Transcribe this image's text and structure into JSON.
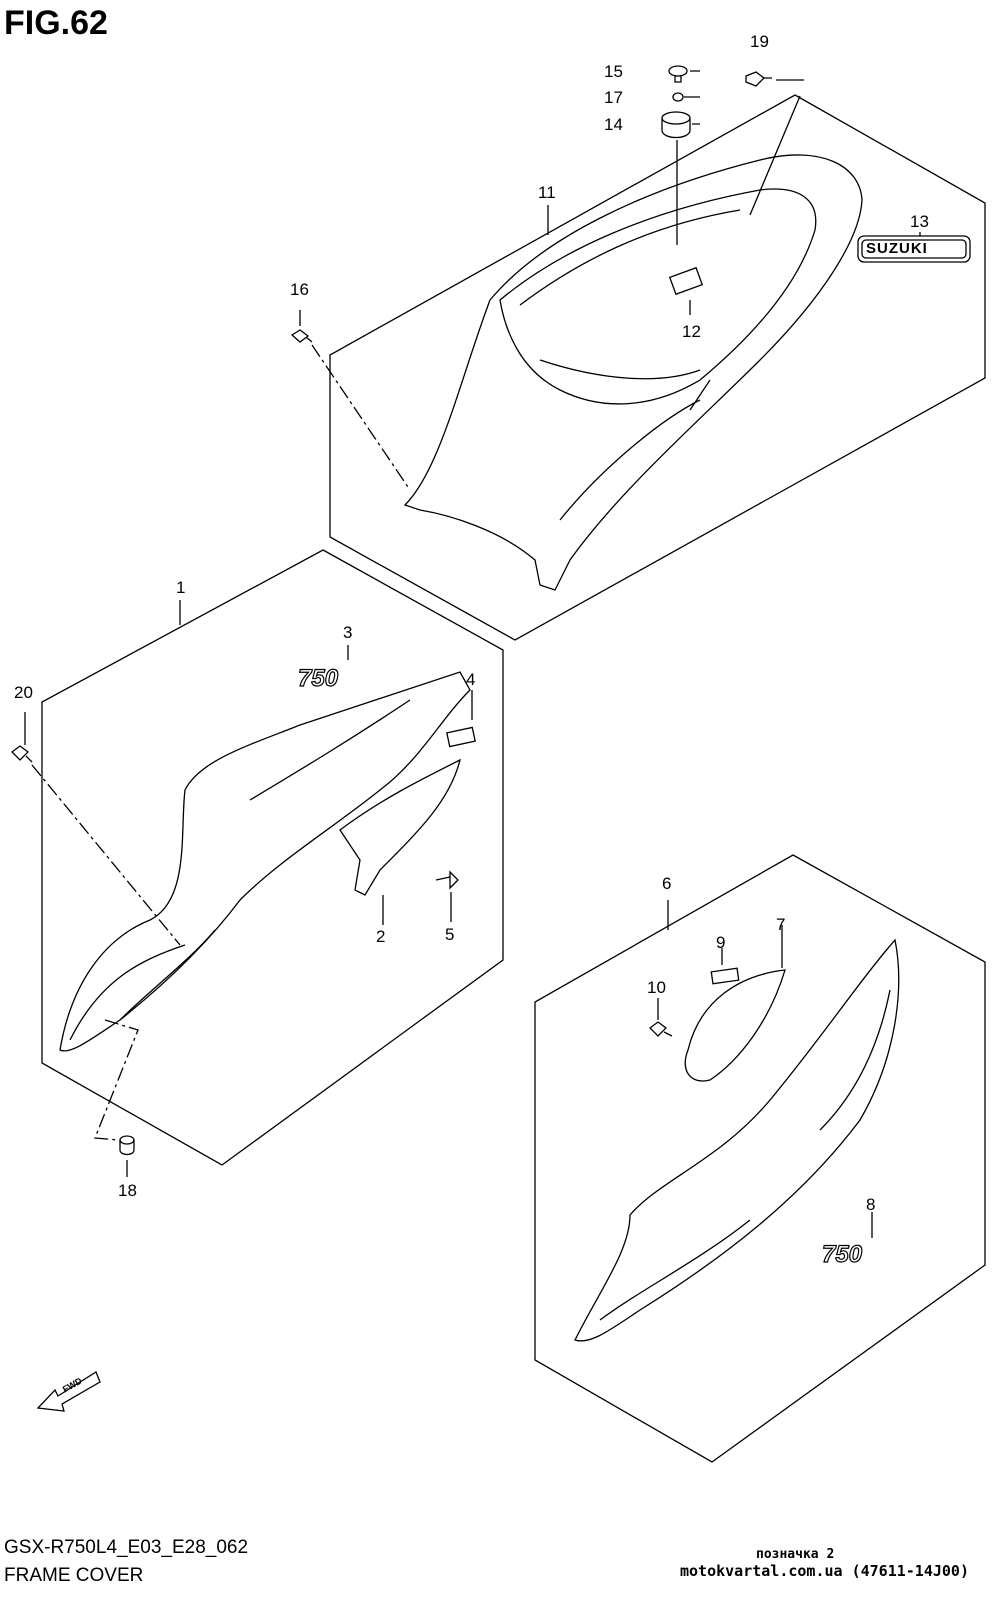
{
  "figure": {
    "title": "FIG.62",
    "model_code": "GSX-R750L4_E03_E28_062",
    "name": "FRAME COVER"
  },
  "watermark": {
    "line1": "позначка 2",
    "line2": "motokvartal.com.ua (47611-14J00)"
  },
  "callouts": [
    "1",
    "2",
    "3",
    "4",
    "5",
    "6",
    "7",
    "8",
    "9",
    "10",
    "11",
    "12",
    "13",
    "14",
    "15",
    "16",
    "17",
    "18",
    "19",
    "20"
  ],
  "emblems": {
    "suzuki": "SUZUKI",
    "model": "750",
    "fwd": "FWD"
  }
}
